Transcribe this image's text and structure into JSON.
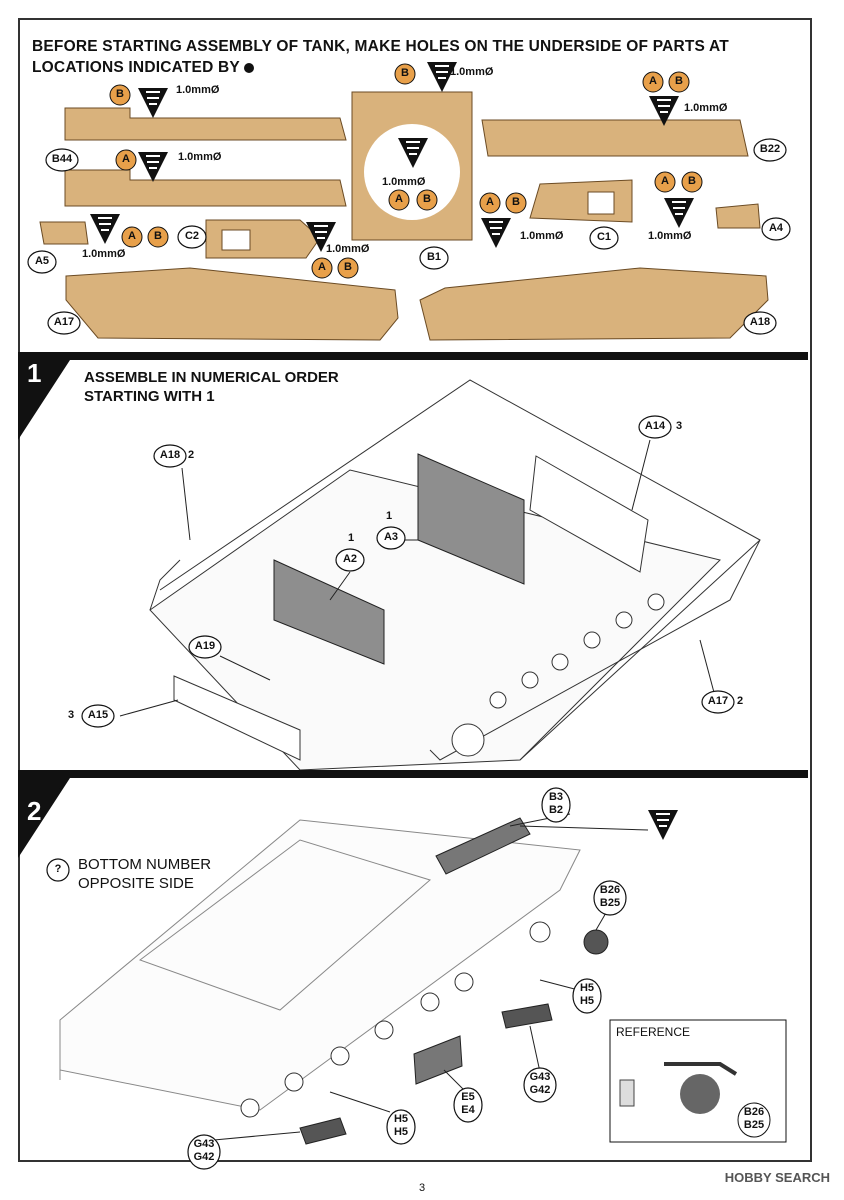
{
  "header": {
    "line1": "BEFORE STARTING ASSEMBLY OF TANK, MAKE HOLES ON THE UNDERSIDE OF PARTS AT",
    "line2": "LOCATIONS INDICATED BY"
  },
  "drill_size": "1.0mmØ",
  "marker_a": "A",
  "marker_b": "B",
  "top_parts": {
    "b44": "B44",
    "b1": "B1",
    "b22": "B22",
    "a5": "A5",
    "c2": "C2",
    "c1": "C1",
    "a4": "A4",
    "a17": "A17",
    "a18": "A18"
  },
  "step1": {
    "number": "1",
    "title_line1": "ASSEMBLE IN NUMERICAL ORDER",
    "title_line2": "STARTING WITH",
    "title_bold": "1",
    "parts": {
      "a18": "A18",
      "a18_order": "2",
      "a14": "A14",
      "a14_order": "3",
      "a3": "A3",
      "a3_order": "1",
      "a2": "A2",
      "a2_order": "1",
      "a19": "A19",
      "a15": "A15",
      "a15_order": "3",
      "a17": "A17",
      "a17_order": "2"
    }
  },
  "step2": {
    "number": "2",
    "note_icon": "?",
    "note_line1": "BOTTOM NUMBER",
    "note_line2": "OPPOSITE SIDE",
    "reference": "REFERENCE",
    "parts": {
      "b3b2_top": "B3",
      "b3b2_bot": "B2",
      "b26b25_top": "B26",
      "b26b25_bot": "B25",
      "h5_top": "H5",
      "h5_bot": "H5",
      "g43_top": "G43",
      "g43_bot": "G42",
      "e5_top": "E5",
      "e5_bot": "E4",
      "h5b_top": "H5",
      "h5b_bot": "H5",
      "g43b_top": "G43",
      "g43b_bot": "G42",
      "ref_top": "B26",
      "ref_bot": "B25"
    }
  },
  "page_number": "3",
  "watermark": "HOBBY SEARCH"
}
